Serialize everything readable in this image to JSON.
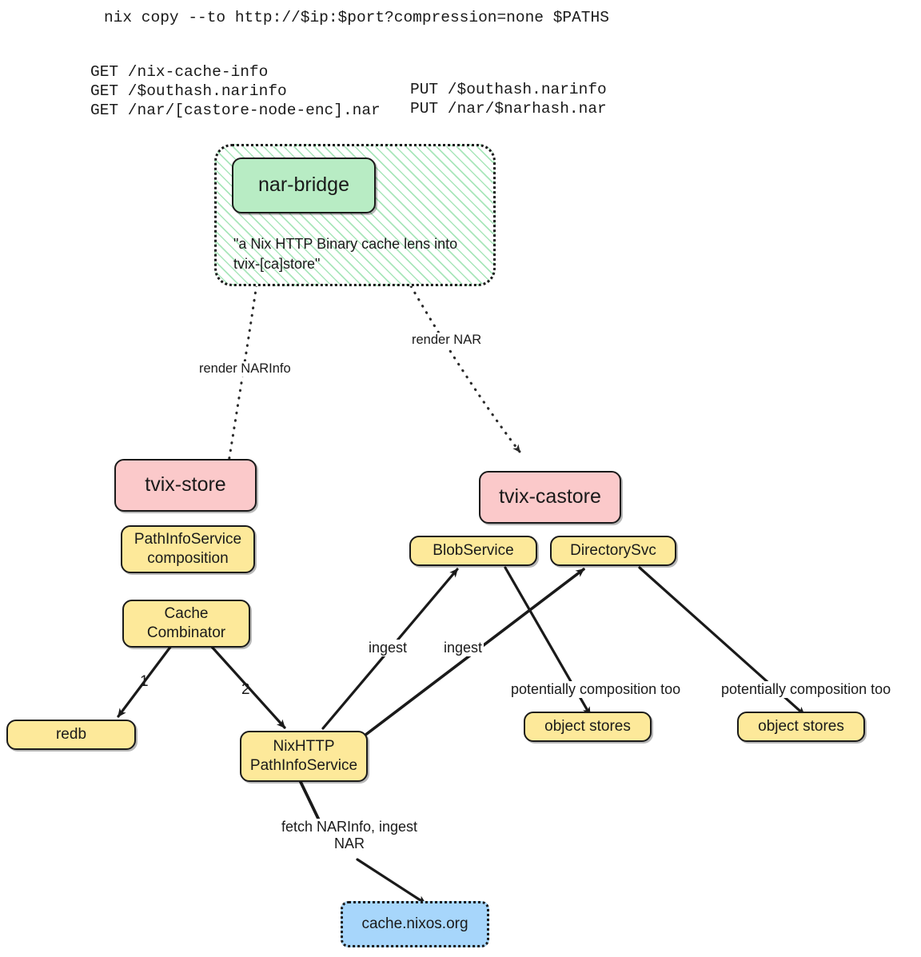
{
  "header": {
    "command": "nix copy --to http://$ip:$port?compression=none $PATHS",
    "get_routes": "GET /nix-cache-info\nGET /$outhash.narinfo\nGET /nar/[castore-node-enc].nar",
    "put_routes": "PUT /$outhash.narinfo\nPUT /nar/$narhash.nar"
  },
  "palette": {
    "green": "#b8ecc4",
    "pink": "#fbc9ca",
    "yellow": "#fde99a",
    "blue": "#a7d6fb",
    "stroke": "#1a1a1a",
    "hatch": "#a8e6ba"
  },
  "nodes": {
    "nar_bridge": "nar-bridge",
    "nar_bridge_caption": "\"a Nix HTTP Binary cache lens into tvix-[ca]store\"",
    "tvix_store": "tvix-store",
    "pathinfoservice_composition": "PathInfoService\ncomposition",
    "cache_combinator": "Cache\nCombinator",
    "redb": "redb",
    "nixhttp_pathinfoservice": "NixHTTP\nPathInfoService",
    "tvix_castore": "tvix-castore",
    "blobservice": "BlobService",
    "directorysvc": "DirectorySvc",
    "object_stores_left": "object stores",
    "object_stores_right": "object stores",
    "cache_nixos_org": "cache.nixos.org"
  },
  "edge_labels": {
    "render_narinfo": "render NARInfo",
    "render_nar": "render NAR",
    "combinator_one": "1",
    "combinator_two": "2",
    "ingest_blob": "ingest",
    "ingest_directory": "ingest",
    "potentially_composition_left": "potentially composition too",
    "potentially_composition_right": "potentially composition too",
    "fetch_narinfo": "fetch NARInfo, ingest NAR"
  }
}
